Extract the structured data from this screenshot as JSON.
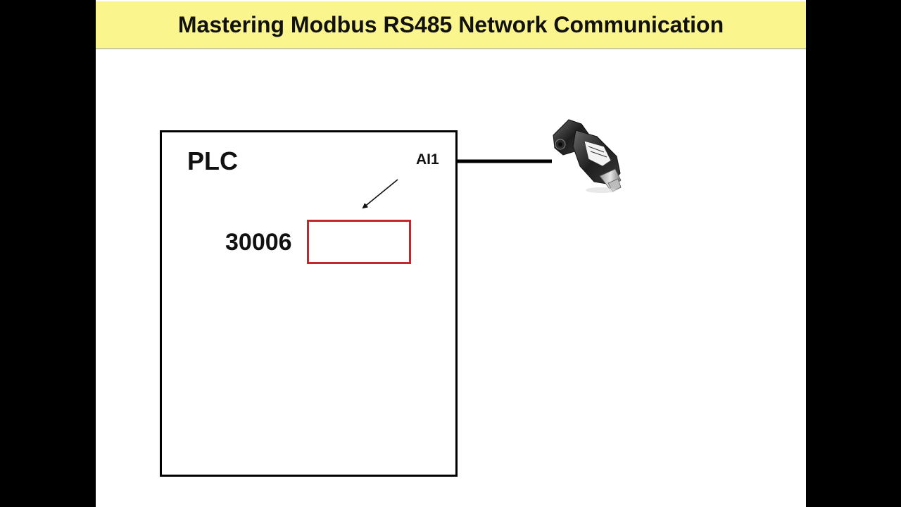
{
  "slide": {
    "title": "Mastering Modbus RS485 Network Communication"
  },
  "diagram": {
    "plc_label": "PLC",
    "analog_input_label": "AI1",
    "register_address": "30006",
    "register_value": ""
  },
  "colors": {
    "title_background": "#faf58c",
    "register_border": "#c0282d",
    "outline": "#000000"
  },
  "icons": {
    "sensor": "pressure-transmitter-icon",
    "arrow": "arrow-icon"
  }
}
